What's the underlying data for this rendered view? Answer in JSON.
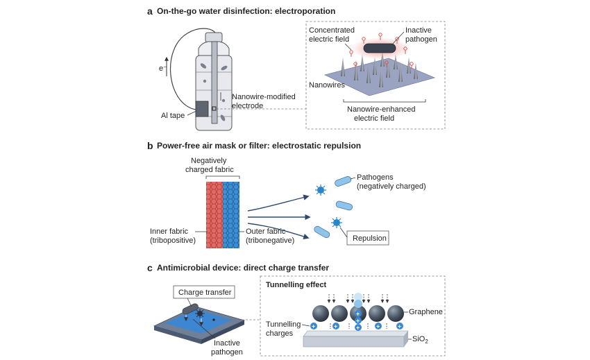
{
  "panels": [
    {
      "letter": "a",
      "title": "On-the-go water disinfection: electroporation",
      "labels": {
        "electron": "e⁻",
        "al_tape": "Al tape",
        "nanowire_electrode_1": "Nanowire-modified",
        "nanowire_electrode_2": "electrode",
        "concentrated_1": "Concentrated",
        "concentrated_2": "electric field",
        "inactive_1": "Inactive",
        "inactive_2": "pathogen",
        "nanowires": "Nanowires",
        "enhanced_1": "Nanowire-enhanced",
        "enhanced_2": "electric field"
      }
    },
    {
      "letter": "b",
      "title": "Power-free air mask or filter: electrostatic repulsion",
      "labels": {
        "neg_fabric_1": "Negatively",
        "neg_fabric_2": "charged fabric",
        "pathogens_1": "Pathogens",
        "pathogens_2": "(negatively charged)",
        "inner_1": "Inner fabric",
        "inner_2": "(tribopositive)",
        "outer_1": "Outer fabric",
        "outer_2": "(tribonegative)",
        "repulsion": "Repulsion"
      }
    },
    {
      "letter": "c",
      "title": "Antimicrobial device: direct charge transfer",
      "labels": {
        "charge_transfer": "Charge transfer",
        "tunnelling_effect": "Tunnelling effect",
        "graphene": "Graphene",
        "tunnelling_1": "Tunnelling",
        "tunnelling_2": "charges",
        "sio": "SiO",
        "sio_sub": "2",
        "inactive_1": "Inactive",
        "inactive_2": "pathogen"
      }
    }
  ],
  "colors": {
    "accent_blue": "#3a7fc4",
    "fabric_red": "#d9534f",
    "fabric_blue": "#2f7fc6",
    "graphene": "#4a5563",
    "substrate": "#c7cdd8",
    "grey_bottle": "#e8e8ec"
  }
}
